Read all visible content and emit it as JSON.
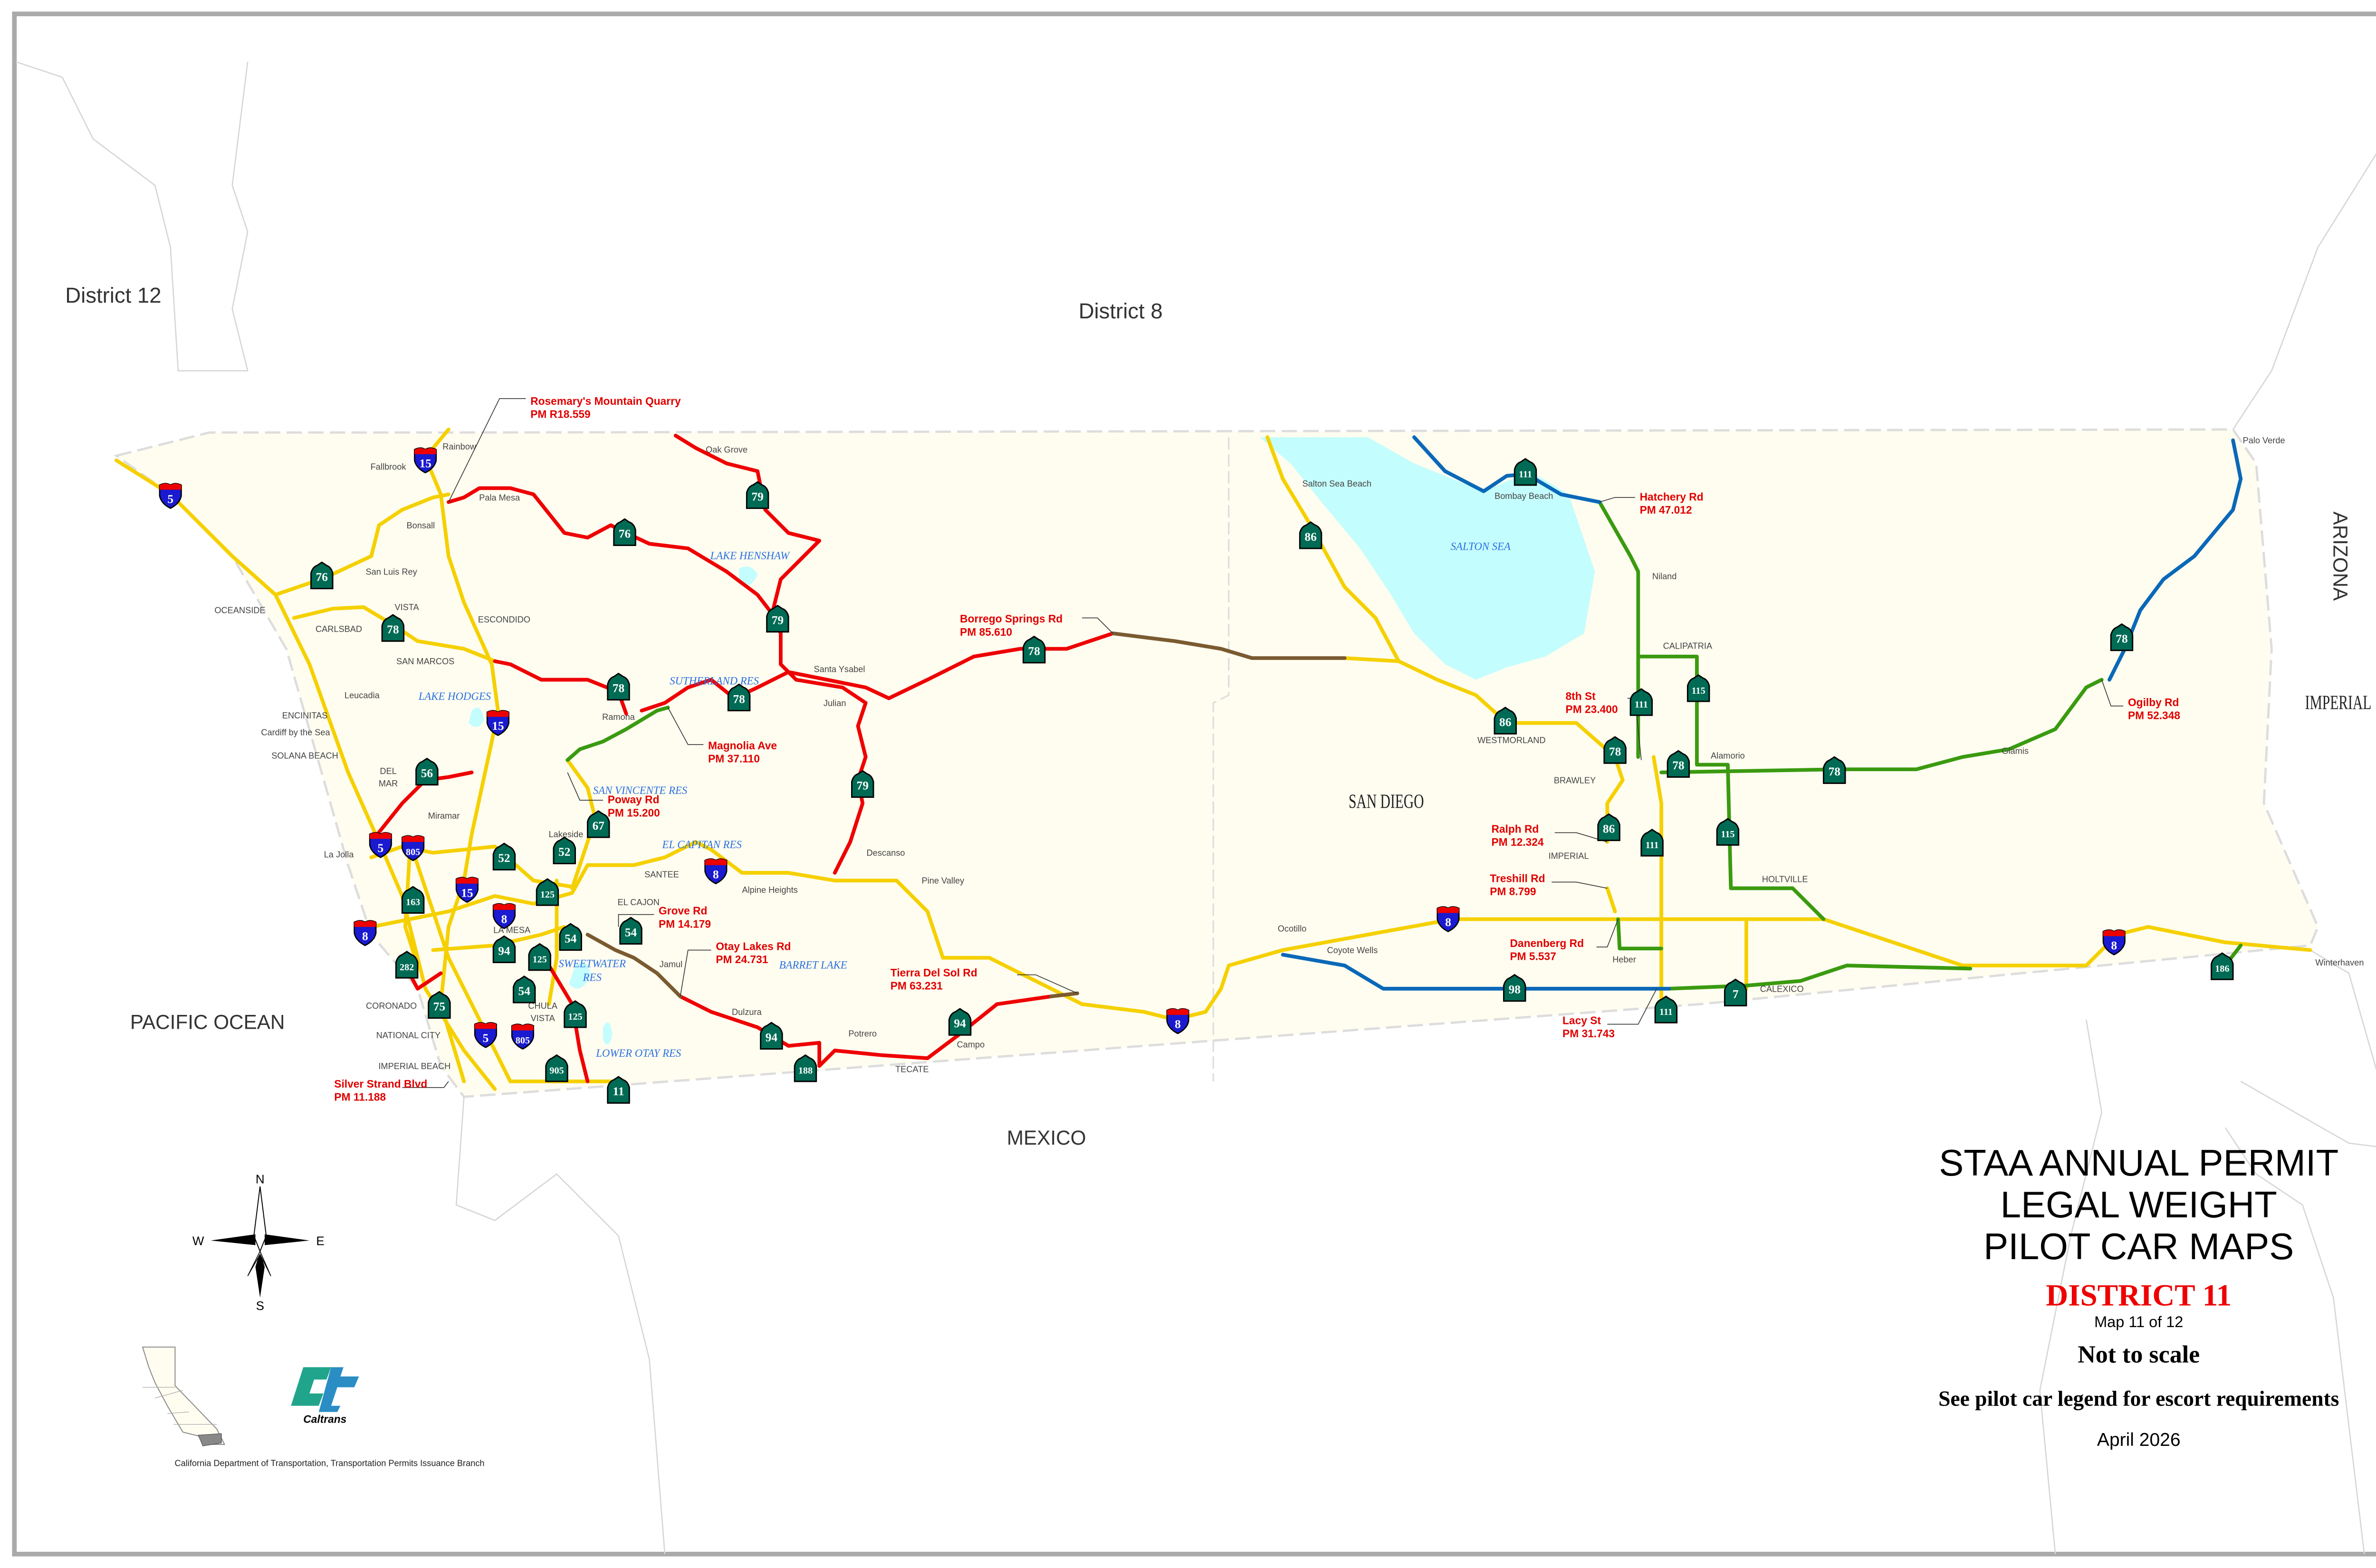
{
  "regions": {
    "district_12": "District 12",
    "district_8": "District 8",
    "pacific_ocean": "PACIFIC OCEAN",
    "mexico": "MEXICO",
    "arizona": "ARIZONA",
    "san_diego": "SAN DIEGO",
    "imperial": "IMPERIAL"
  },
  "places": [
    "Rainbow",
    "Fallbrook",
    "Pala Mesa",
    "Bonsall",
    "San Luis Rey",
    "OCEANSIDE",
    "VISTA",
    "CARLSBAD",
    "ESCONDIDO",
    "SAN MARCOS",
    "Leucadia",
    "ENCINITAS",
    "Cardiff by the Sea",
    "SOLANA BEACH",
    "DEL",
    "MAR",
    "Miramar",
    "La Jolla",
    "Ramona",
    "Oak Grove",
    "Santa Ysabel",
    "Julian",
    "Lakeside",
    "SANTEE",
    "EL CAJON",
    "Alpine Heights",
    "Descanso",
    "Pine Valley",
    "LA MESA",
    "Jamul",
    "Dulzura",
    "Potrero",
    "Campo",
    "TECATE",
    "CORONADO",
    "NATIONAL CITY",
    "CHULA",
    "VISTA",
    "IMPERIAL BEACH",
    "Ocotillo",
    "Coyote Wells",
    "Salton Sea Beach",
    "Bombay Beach",
    "Niland",
    "CALIPATRIA",
    "WESTMORLAND",
    "BRAWLEY",
    "Alamorio",
    "IMPERIAL",
    "HOLTVILLE",
    "Heber",
    "CALEXICO",
    "Glamis",
    "Palo Verde",
    "Winterhaven"
  ],
  "water": [
    "LAKE HENSHAW",
    "SUTHERLAND RES",
    "LAKE HODGES",
    "SAN VINCENTE RES",
    "EL CAPITAN RES",
    "SWEETWATER",
    "RES",
    "BARRET LAKE",
    "LOWER OTAY RES",
    "SALTON SEA"
  ],
  "callouts": [
    {
      "name": "Rosemary's Mountain Quarry",
      "pm": "PM R18.559"
    },
    {
      "name": "Poway Rd",
      "pm": "PM 15.200"
    },
    {
      "name": "Magnolia Ave",
      "pm": "PM 37.110"
    },
    {
      "name": "Borrego Springs Rd",
      "pm": "PM 85.610"
    },
    {
      "name": "Grove Rd",
      "pm": "PM 14.179"
    },
    {
      "name": "Otay Lakes Rd",
      "pm": "PM 24.731"
    },
    {
      "name": "Tierra Del Sol Rd",
      "pm": "PM 63.231"
    },
    {
      "name": "Silver Strand Blvd",
      "pm": "PM 11.188"
    },
    {
      "name": "Hatchery Rd",
      "pm": "PM 47.012"
    },
    {
      "name": "8th St",
      "pm": "PM 23.400"
    },
    {
      "name": "Ralph Rd",
      "pm": "PM 12.324"
    },
    {
      "name": "Treshill Rd",
      "pm": "PM 8.799"
    },
    {
      "name": "Danenberg Rd",
      "pm": "PM 5.537"
    },
    {
      "name": "Lacy St",
      "pm": "PM 31.743"
    },
    {
      "name": "Ogilby Rd",
      "pm": "PM 52.348"
    }
  ],
  "shields": [
    {
      "type": "interstate",
      "number": "5"
    },
    {
      "type": "interstate",
      "number": "15"
    },
    {
      "type": "interstate",
      "number": "15"
    },
    {
      "type": "interstate",
      "number": "5"
    },
    {
      "type": "interstate",
      "number": "805"
    },
    {
      "type": "interstate",
      "number": "15"
    },
    {
      "type": "interstate",
      "number": "8"
    },
    {
      "type": "interstate",
      "number": "8"
    },
    {
      "type": "interstate",
      "number": "5"
    },
    {
      "type": "interstate",
      "number": "805"
    },
    {
      "type": "interstate",
      "number": "8"
    },
    {
      "type": "interstate",
      "number": "8"
    },
    {
      "type": "interstate",
      "number": "8"
    },
    {
      "type": "interstate",
      "number": "8"
    },
    {
      "type": "state",
      "number": "76"
    },
    {
      "type": "state",
      "number": "76"
    },
    {
      "type": "state",
      "number": "79"
    },
    {
      "type": "state",
      "number": "79"
    },
    {
      "type": "state",
      "number": "78"
    },
    {
      "type": "state",
      "number": "78"
    },
    {
      "type": "state",
      "number": "78"
    },
    {
      "type": "state",
      "number": "78"
    },
    {
      "type": "state",
      "number": "56"
    },
    {
      "type": "state",
      "number": "67"
    },
    {
      "type": "state",
      "number": "52"
    },
    {
      "type": "state",
      "number": "52"
    },
    {
      "type": "state",
      "number": "125"
    },
    {
      "type": "state",
      "number": "163"
    },
    {
      "type": "state",
      "number": "94"
    },
    {
      "type": "state",
      "number": "54"
    },
    {
      "type": "state",
      "number": "54"
    },
    {
      "type": "state",
      "number": "125"
    },
    {
      "type": "state",
      "number": "282"
    },
    {
      "type": "state",
      "number": "54"
    },
    {
      "type": "state",
      "number": "75"
    },
    {
      "type": "state",
      "number": "125"
    },
    {
      "type": "state",
      "number": "905"
    },
    {
      "type": "state",
      "number": "11"
    },
    {
      "type": "state",
      "number": "94"
    },
    {
      "type": "state",
      "number": "188"
    },
    {
      "type": "state",
      "number": "94"
    },
    {
      "type": "state",
      "number": "79"
    },
    {
      "type": "state",
      "number": "86"
    },
    {
      "type": "state",
      "number": "111"
    },
    {
      "type": "state",
      "number": "86"
    },
    {
      "type": "state",
      "number": "78"
    },
    {
      "type": "state",
      "number": "111"
    },
    {
      "type": "state",
      "number": "115"
    },
    {
      "type": "state",
      "number": "78"
    },
    {
      "type": "state",
      "number": "78"
    },
    {
      "type": "state",
      "number": "86"
    },
    {
      "type": "state",
      "number": "111"
    },
    {
      "type": "state",
      "number": "115"
    },
    {
      "type": "state",
      "number": "98"
    },
    {
      "type": "state",
      "number": "7"
    },
    {
      "type": "state",
      "number": "111"
    },
    {
      "type": "state",
      "number": "78"
    },
    {
      "type": "state",
      "number": "186"
    }
  ],
  "route_colors": {
    "yellow": "#f5d000",
    "red": "#ee0000",
    "brown": "#7a5a30",
    "green": "#3a9a10",
    "blue": "#0a68b8"
  },
  "compass": {
    "n": "N",
    "s": "S",
    "e": "E",
    "w": "W"
  },
  "logo": {
    "text": "Caltrans"
  },
  "footer": "California Department of Transportation, Transportation Permits Issuance Branch",
  "title": {
    "line1": "STAA ANNUAL PERMIT",
    "line2": "LEGAL WEIGHT",
    "line3": "PILOT CAR MAPS",
    "district": "DISTRICT 11",
    "map_of": "Map 11 of 12",
    "scale": "Not to scale",
    "legend_note": "See pilot car legend for escort requirements",
    "date": "April 2026"
  }
}
